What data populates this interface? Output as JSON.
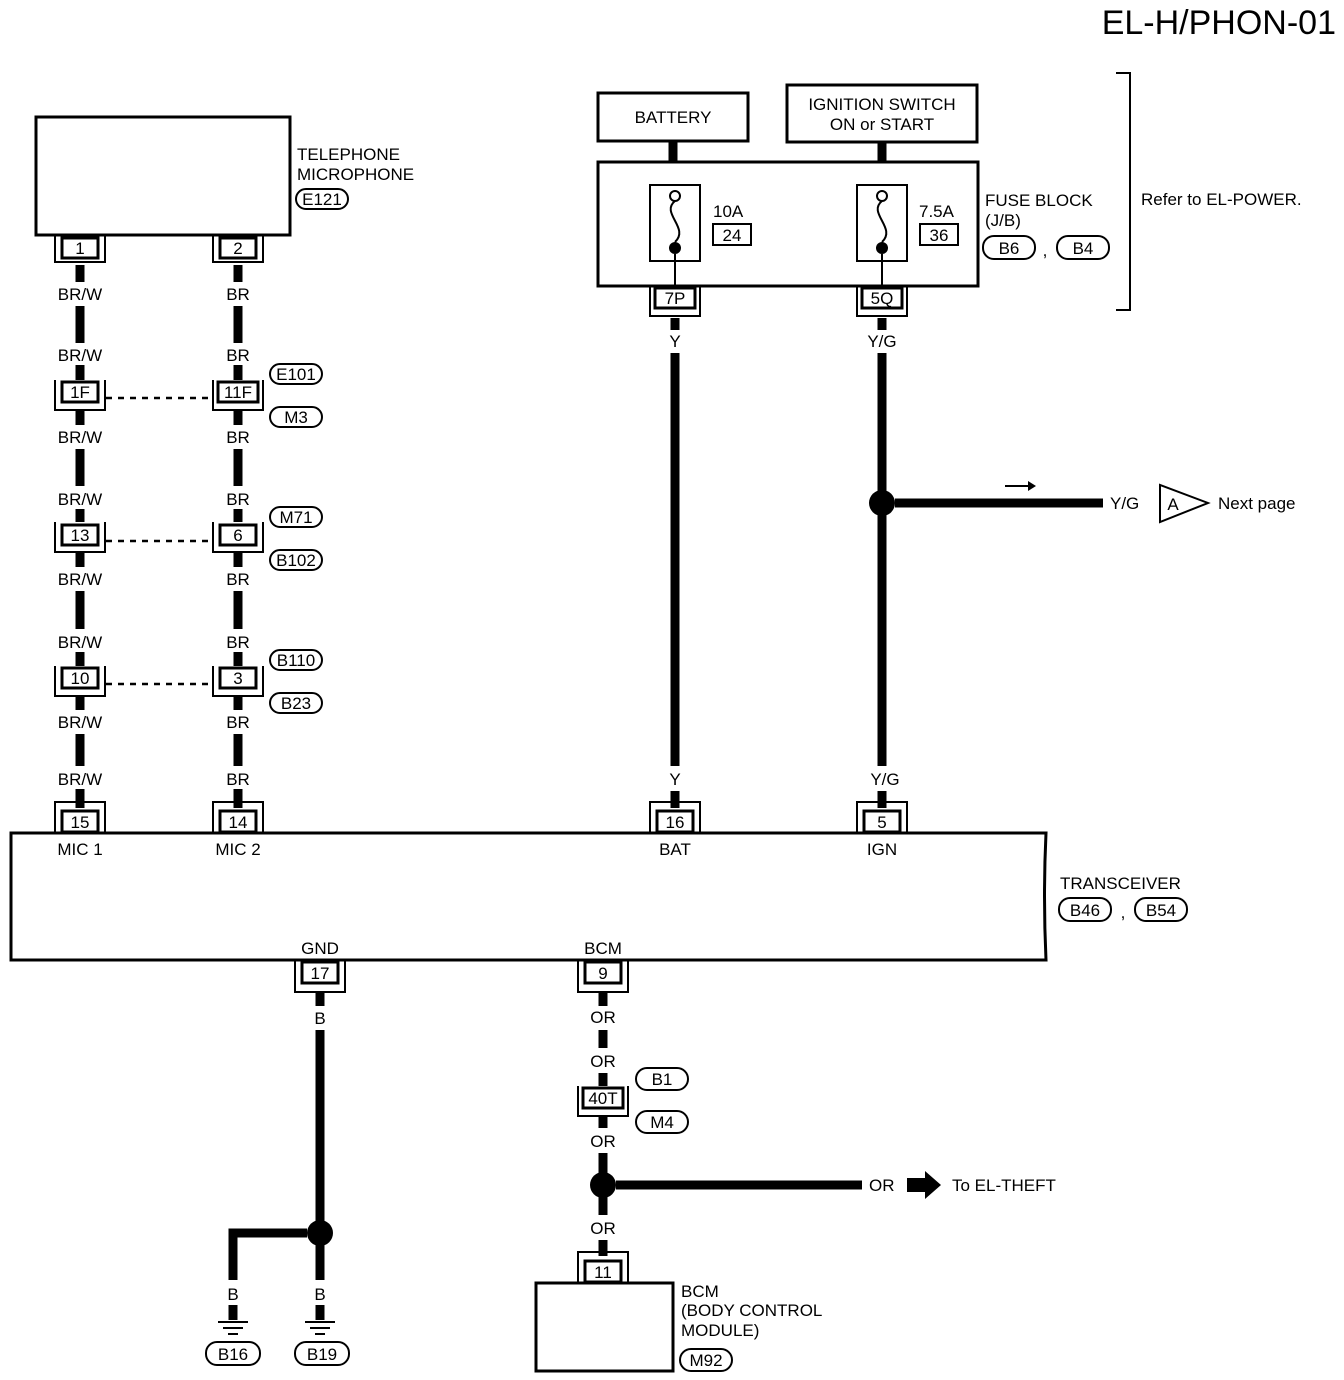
{
  "title": "EL-H/PHON-01",
  "telephone_microphone": {
    "label_line1": "TELEPHONE",
    "label_line2": "MICROPHONE",
    "connector": "E121",
    "pin1": "1",
    "pin2": "2"
  },
  "battery": "BATTERY",
  "ignition_switch": {
    "line1": "IGNITION SWITCH",
    "line2": "ON or START"
  },
  "fuse_block": {
    "line1": "FUSE BLOCK",
    "line2": "(J/B)",
    "conn1": "B6",
    "conn2": "B4",
    "sep": ",",
    "fuse1_rating": "10A",
    "fuse1_no": "24",
    "fuse2_rating": "7.5A",
    "fuse2_no": "36",
    "out1": "7P",
    "out2": "5Q"
  },
  "refer_note": "Refer to EL-POWER.",
  "wires": {
    "brw": "BR/W",
    "br": "BR",
    "y": "Y",
    "yg": "Y/G",
    "b": "B",
    "or": "OR"
  },
  "joint_connectors": [
    {
      "left_pin": "1F",
      "right_pin": "11F",
      "conn_top": "E101",
      "conn_bottom": "M3"
    },
    {
      "left_pin": "13",
      "right_pin": "6",
      "conn_top": "M71",
      "conn_bottom": "B102"
    },
    {
      "left_pin": "10",
      "right_pin": "3",
      "conn_top": "B110",
      "conn_bottom": "B23"
    }
  ],
  "next_page": {
    "wire": "Y/G",
    "ref": "A",
    "text": "Next page"
  },
  "transceiver": {
    "label": "TRANSCEIVER",
    "conn1": "B46",
    "conn2": "B54",
    "sep": ",",
    "pins": [
      {
        "num": "15",
        "name": "MIC 1"
      },
      {
        "num": "14",
        "name": "MIC 2"
      },
      {
        "num": "16",
        "name": "BAT"
      },
      {
        "num": "5",
        "name": "IGN"
      },
      {
        "num": "17",
        "name": "GND"
      },
      {
        "num": "9",
        "name": "BCM"
      }
    ]
  },
  "bcm_joint": {
    "pin": "40T",
    "conn_top": "B1",
    "conn_bottom": "M4"
  },
  "theft": {
    "wire": "OR",
    "text": "To EL-THEFT"
  },
  "grounds": [
    "B16",
    "B19"
  ],
  "bcm": {
    "pin": "11",
    "line1": "BCM",
    "line2": "(BODY CONTROL",
    "line3": "MODULE)",
    "connector": "M92"
  }
}
